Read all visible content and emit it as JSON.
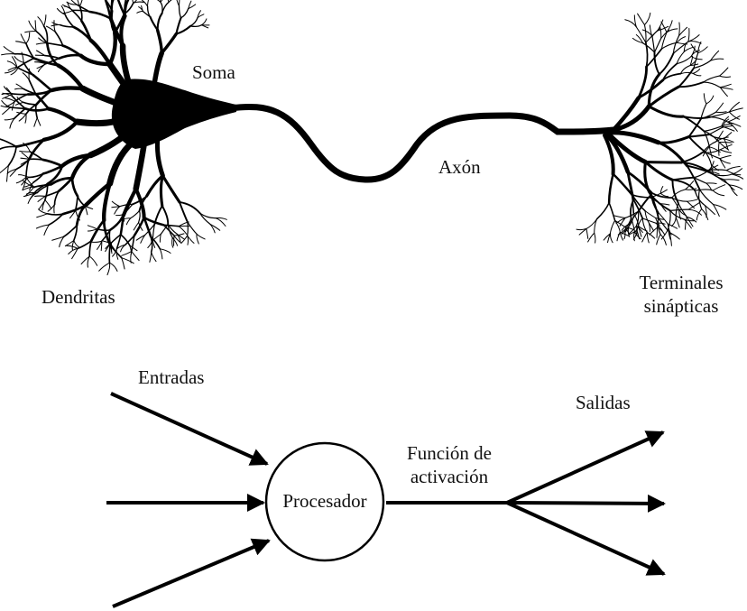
{
  "neuron": {
    "soma_label": "Soma",
    "axon_label": "Axón",
    "dendrites_label": "Dendritas",
    "terminals_label": [
      "Terminales",
      "sinápticas"
    ]
  },
  "model": {
    "inputs_label": "Entradas",
    "outputs_label": "Salidas",
    "activation_label": [
      "Función de",
      "activación"
    ],
    "processor_label": "Procesador"
  }
}
